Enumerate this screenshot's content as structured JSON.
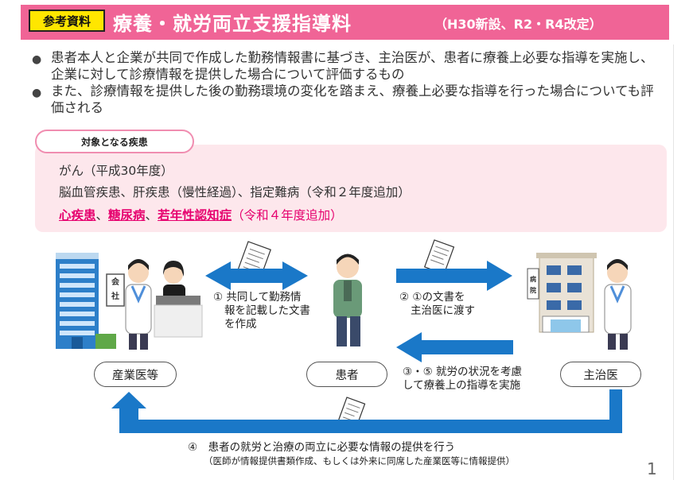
{
  "header": {
    "ref_tag": "参考資料",
    "title": "療養・就労両立支援指導料",
    "subtitle": "（H30新設、R2・R4改定）"
  },
  "bullets": [
    "患者本人と企業が共同で作成した勤務情報書に基づき、主治医が、患者に療養上必要な指導を実施し、企業に対して診療情報を提供した場合について評価するもの",
    "また、診療情報を提供した後の勤務環境の変化を踏まえ、療養上必要な指導を行った場合についても評価される"
  ],
  "diseases": {
    "tag": "対象となる疾患",
    "line1": "がん（平成30年度）",
    "line2": "脳血管疾患、肝疾患（慢性経過）、指定難病（令和２年度追加）",
    "line3_items": [
      "心疾患",
      "糖尿病",
      "若年性認知症"
    ],
    "line3_sep1": "、",
    "line3_sep2": "、",
    "line3_note": "（令和４年度追加）"
  },
  "actors": {
    "sangyo": "産業医等",
    "kanja": "患者",
    "shuji": "主治医",
    "company_sign": "会社",
    "hospital_sign": "病院"
  },
  "flow": {
    "step1_line1": "① 共同して勤務情",
    "step1_line2": "報を記載した文書",
    "step1_line3": "を作成",
    "step2_line1": "② ①の文書を",
    "step2_line2": "主治医に渡す",
    "step3_line1": "③・⑤ 就労の状況を考慮",
    "step3_line2": "して療養上の指導を実施",
    "step4_main": "④　患者の就労と治療の両立に必要な情報の提供を行う",
    "step4_note": "（医師が情報提供書類作成、もしくは外来に同席した産業医等に情報提供）"
  },
  "colors": {
    "header_pink": "#f06496",
    "arrow_blue": "#1a78c8",
    "highlight": "#e6006e",
    "disease_bg": "#fde7ec"
  },
  "page_number": "1"
}
